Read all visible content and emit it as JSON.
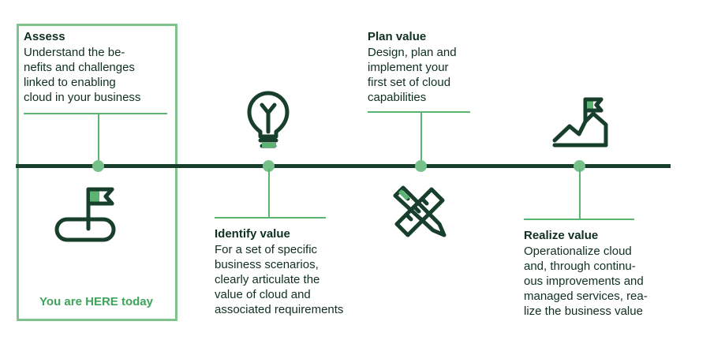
{
  "steps": [
    {
      "title": "Assess",
      "lines": [
        "Understand the be-",
        "nefits and challenges",
        "linked to enabling",
        "cloud in your business"
      ]
    },
    {
      "title": "Identify value",
      "lines": [
        "For a set of specific",
        "business scenarios,",
        "clearly articulate the",
        "value of cloud and",
        "associated requirements"
      ]
    },
    {
      "title": "Plan value",
      "lines": [
        "Design, plan and",
        "implement your",
        "first set of cloud",
        "capabilities"
      ]
    },
    {
      "title": "Realize value",
      "lines": [
        "Operationalize cloud",
        "and, through continu-",
        "ous improvements and",
        "managed services, rea-",
        "lize the business value"
      ]
    }
  ],
  "here_label": "You are HERE today",
  "icons": [
    "flag-icon",
    "lightbulb-icon",
    "pencil-ruler-icon",
    "mountain-flag-icon"
  ],
  "colors": {
    "dark_green": "#173f2b",
    "accent_green": "#5bb472",
    "highlight_border": "#7cc48c",
    "here_text": "#3ea35b"
  }
}
